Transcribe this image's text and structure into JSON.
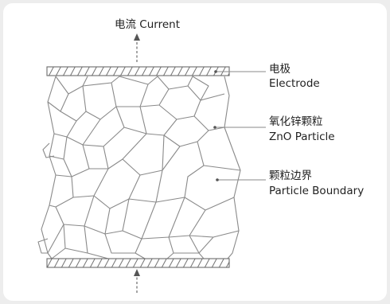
{
  "title": "电流 Current",
  "labels": {
    "electrode_zh": "电极",
    "electrode_en": "Electrode",
    "particle_zh": "氧化锌颗粒",
    "particle_en": "ZnO Particle",
    "boundary_zh": "颗粒边界",
    "boundary_en": "Particle Boundary"
  },
  "colors": {
    "background": "#ededed",
    "panel": "#ffffff",
    "line": "#8a8a8a",
    "text": "#1f1f1f"
  }
}
